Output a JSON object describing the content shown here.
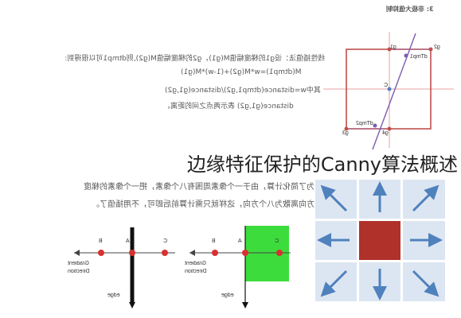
{
  "title": "边缘特征保护的Canny算法概述",
  "top_panel": {
    "corner_label": "3: 非极大值抑制",
    "lines": [
      "线性插值法：设g1的梯度幅值M(g1)，g2的梯度幅值M(g2),则dtmp1可以很得到:",
      "M(dtmp1)=w*M(g2)+(1-w)*M(g1)",
      "其中w=distance(dtmp1,g2)/distance(g1,g2)",
      "distance(g1,g2) 表示两点之间的距离。"
    ],
    "diagram_labels": {
      "g1": "g1",
      "g2": "g2",
      "g3": "g3",
      "g4": "g4",
      "dtmp1": "dTmp1",
      "dtmp2": "dTmp2",
      "c": "C"
    }
  },
  "bottom_left": {
    "lines": [
      "为了简化计算，由于一个像素周围有八个像素，把一个像素的梯度",
      "方向离散为八个方向，这样就只需计算前后即可，不用插值了。"
    ],
    "left_diagram": {
      "a": "A",
      "b": "B",
      "c": "C",
      "grad1": "Gradient",
      "grad2": "Direction",
      "edge": "edge"
    },
    "right_diagram": {
      "a": "A",
      "b": "B",
      "c": "C",
      "grad1": "Gradient",
      "grad2": "Direction",
      "edge": "edge"
    }
  },
  "colors": {
    "red_box": "#c0504d",
    "purple": "#7c5cb0",
    "green": "#3ddc3d",
    "tile_bg": "#dce6f2",
    "arrow": "#4f81bd",
    "center": "#b0302a"
  },
  "direction_grid": {
    "arrows": [
      "arrow-up-left",
      "arrow-up",
      "arrow-up-right",
      "arrow-left",
      "center",
      "arrow-right",
      "arrow-down-left",
      "arrow-down",
      "arrow-down-right"
    ]
  }
}
